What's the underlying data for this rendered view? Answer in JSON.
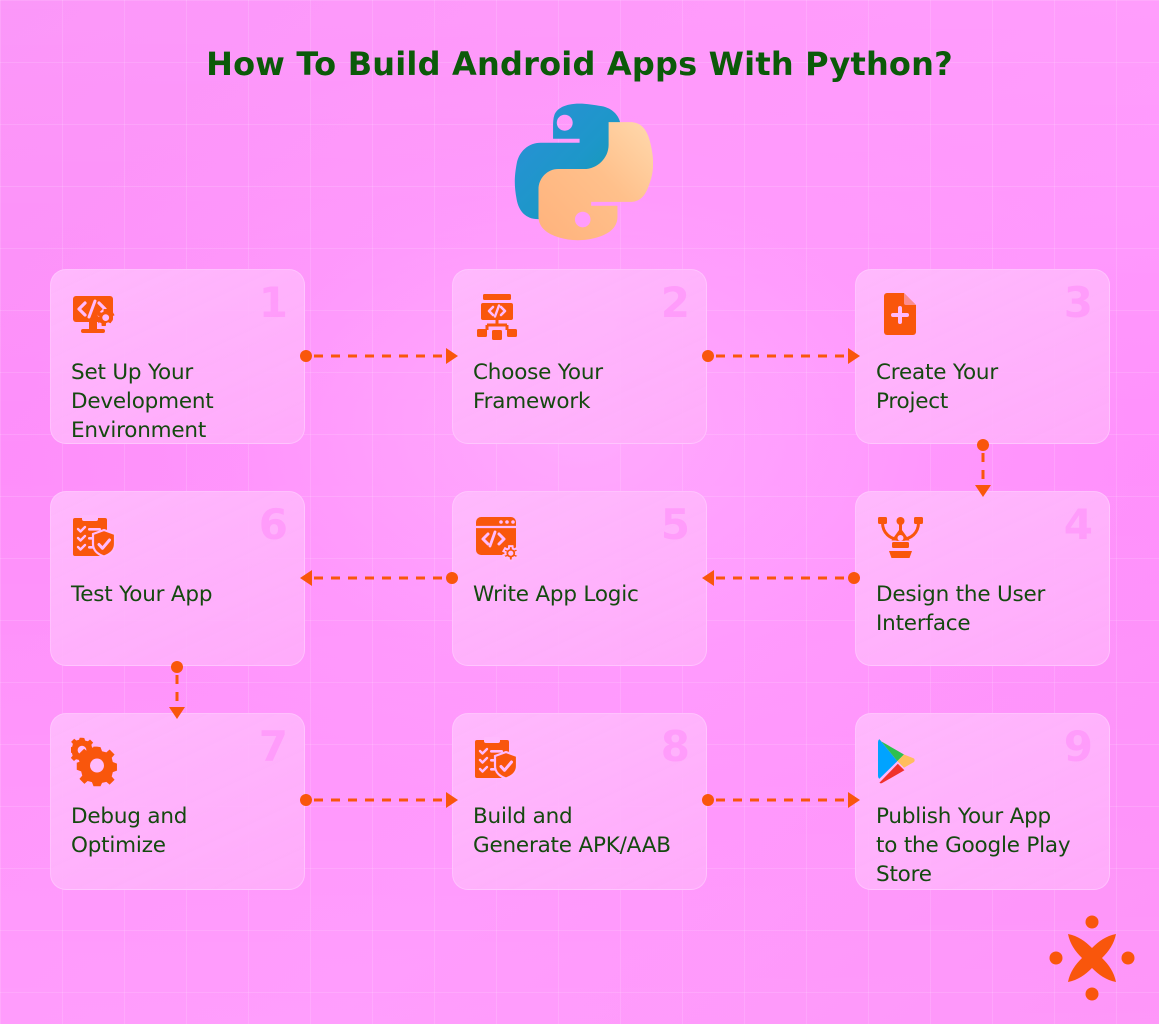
{
  "page": {
    "title": "How To Build Android Apps With Python?",
    "background_color": "#ff90fb",
    "title_color": "#0b5a09",
    "accent_color": "#f9560c",
    "card_color": "#ffbafd",
    "card_text_color": "#14490f"
  },
  "hero": {
    "logo_name": "python-logo",
    "logo_top_color": "#1f9fd4",
    "logo_bottom_color": "#ffbe85"
  },
  "steps": [
    {
      "number": "1",
      "title": "Set Up Your\nDevelopment\nEnvironment",
      "icon": "monitor-code-gear-icon"
    },
    {
      "number": "2",
      "title": "Choose Your\nFramework",
      "icon": "framework-nodes-code-icon"
    },
    {
      "number": "3",
      "title": "Create Your\nProject",
      "icon": "file-plus-icon"
    },
    {
      "number": "4",
      "title": "Design the User\nInterface",
      "icon": "pen-tool-bezier-icon"
    },
    {
      "number": "5",
      "title": "Write App Logic",
      "icon": "browser-code-gear-icon"
    },
    {
      "number": "6",
      "title": "Test Your App",
      "icon": "clipboard-checklist-shield-icon"
    },
    {
      "number": "7",
      "title": "Debug and\nOptimize",
      "icon": "double-gear-icon"
    },
    {
      "number": "8",
      "title": "Build and\nGenerate APK/AAB",
      "icon": "clipboard-checklist-shield-icon"
    },
    {
      "number": "9",
      "title": "Publish Your App\nto the Google Play\nStore",
      "icon": "google-play-icon"
    }
  ],
  "connectors": [
    {
      "name": "connector-step1-to-step2",
      "direction": "right"
    },
    {
      "name": "connector-step2-to-step3",
      "direction": "right"
    },
    {
      "name": "connector-step3-to-step4",
      "direction": "down"
    },
    {
      "name": "connector-step4-to-step5",
      "direction": "left"
    },
    {
      "name": "connector-step5-to-step6",
      "direction": "left"
    },
    {
      "name": "connector-step6-to-step7",
      "direction": "down"
    },
    {
      "name": "connector-step7-to-step8",
      "direction": "right"
    },
    {
      "name": "connector-step8-to-step9",
      "direction": "right"
    }
  ],
  "brand": {
    "mark_name": "star-burst-logo",
    "mark_color": "#f9560c"
  }
}
